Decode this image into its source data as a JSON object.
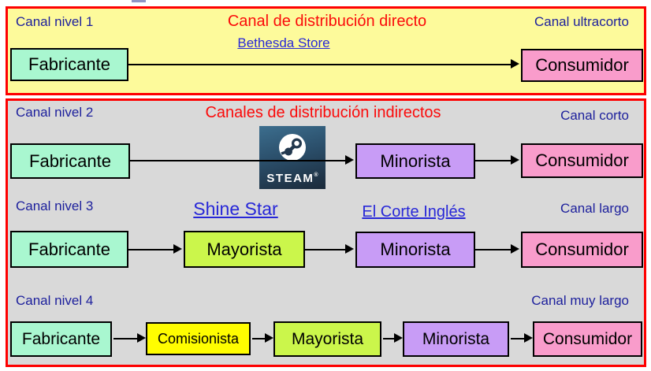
{
  "palette": {
    "section_direct_bg": "#fdfa9b",
    "section_indirect_bg": "#d9d9d9",
    "border_red": "#fe0000",
    "heading_red": "#fb0a0a",
    "label_navy": "#1c1f9c",
    "link_blue": "#2727d8",
    "producer_mint": "#a9f7d0",
    "consumer_pink": "#f99ccb",
    "retailer_purple": "#c89cf6",
    "wholesaler_chartreuse": "#cbf64b",
    "agent_yellow": "#fffd00",
    "steam_navy": "#1b2a3a"
  },
  "level1": {
    "label": "Canal nivel 1",
    "title": "Canal de distribución directo",
    "channel": "Canal ultracorto",
    "link": "Bethesda Store",
    "producer": "Fabricante",
    "consumer": "Consumidor"
  },
  "indirect": {
    "title": "Canales de distribución indirectos"
  },
  "level2": {
    "label": "Canal nivel 2",
    "channel": "Canal corto",
    "producer": "Fabricante",
    "retailer": "Minorista",
    "consumer": "Consumidor",
    "steam_name": "STEAM",
    "steam_reg": "®"
  },
  "level3": {
    "label": "Canal nivel 3",
    "channel": "Canal largo",
    "wholesaler_link": "Shine Star",
    "retailer_link": "El Corte Inglés",
    "producer": "Fabricante",
    "wholesaler": "Mayorista",
    "retailer": "Minorista",
    "consumer": "Consumidor"
  },
  "level4": {
    "label": "Canal nivel 4",
    "channel": "Canal muy largo",
    "producer": "Fabricante",
    "agent": "Comisionista",
    "wholesaler": "Mayorista",
    "retailer": "Minorista",
    "consumer": "Consumidor"
  }
}
